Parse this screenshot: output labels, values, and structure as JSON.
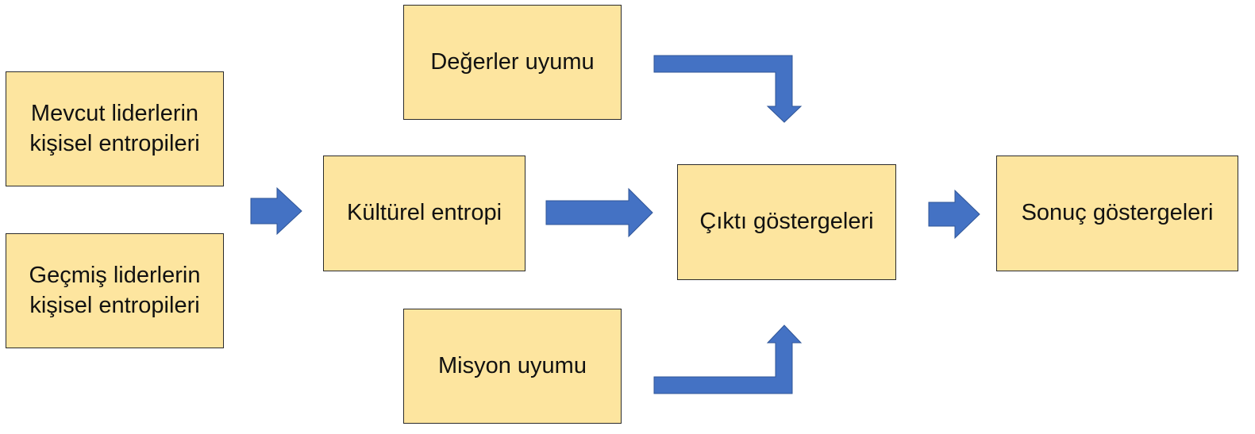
{
  "colors": {
    "box_fill": "#fde59f",
    "box_border": "#2b2b2b",
    "arrow_fill": "#4472c4",
    "arrow_stroke": "#2f5597"
  },
  "nodes": {
    "current_leaders": "Mevcut liderlerin\nkişisel entropileri",
    "past_leaders": "Geçmiş liderlerin\nkişisel entropileri",
    "cultural_entropy": "Kültürel entropi",
    "values_alignment": "Değerler uyumu",
    "mission_alignment": "Misyon uyumu",
    "output_indicators": "Çıktı göstergeleri",
    "outcome_indicators": "Sonuç göstergeleri"
  }
}
